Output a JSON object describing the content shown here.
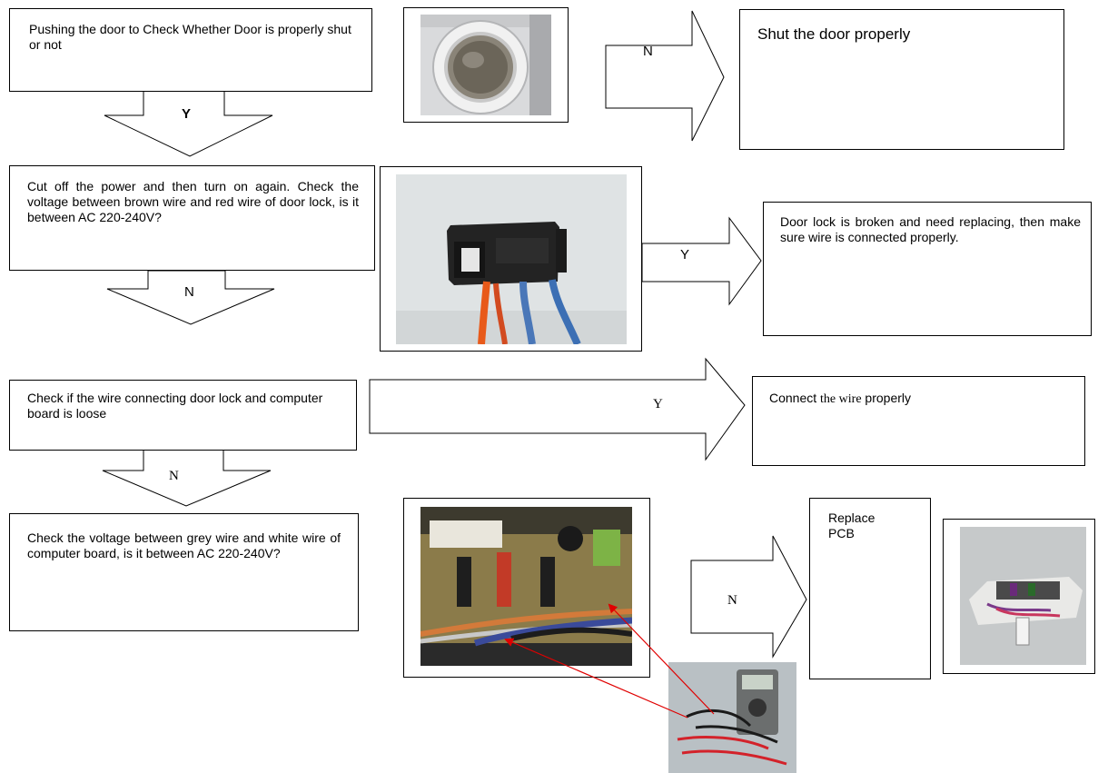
{
  "steps": {
    "step1": "Pushing the door to Check Whether Door is properly shut or not",
    "step2": "Cut off the power and then turn on again. Check the voltage between brown wire and red wire of door lock, is it between AC 220-240V?",
    "step3": "Check if the wire connecting door lock and computer board is loose",
    "step4": "Check the voltage between grey wire and white wire of computer board, is it between AC 220-240V?"
  },
  "results": {
    "shut_door": "Shut the door properly",
    "door_lock_broken": "Door lock is broken and need replacing, then make sure wire is connected properly.",
    "connect_wire_a": "Connect ",
    "connect_wire_b": "the wire",
    "connect_wire_c": " properly",
    "replace_pcb_line1": "Replace",
    "replace_pcb_line2": "PCB"
  },
  "arrow_labels": {
    "down1": "Y",
    "down2": "N",
    "down3": "N",
    "right1": "N",
    "right2": "Y",
    "right3": "Y",
    "right4": "N"
  },
  "photos": [
    "washing-machine-door",
    "door-lock",
    "computer-board",
    "multimeter",
    "pcb-module"
  ],
  "colors": {
    "pointer_arrow": "#e00000"
  }
}
